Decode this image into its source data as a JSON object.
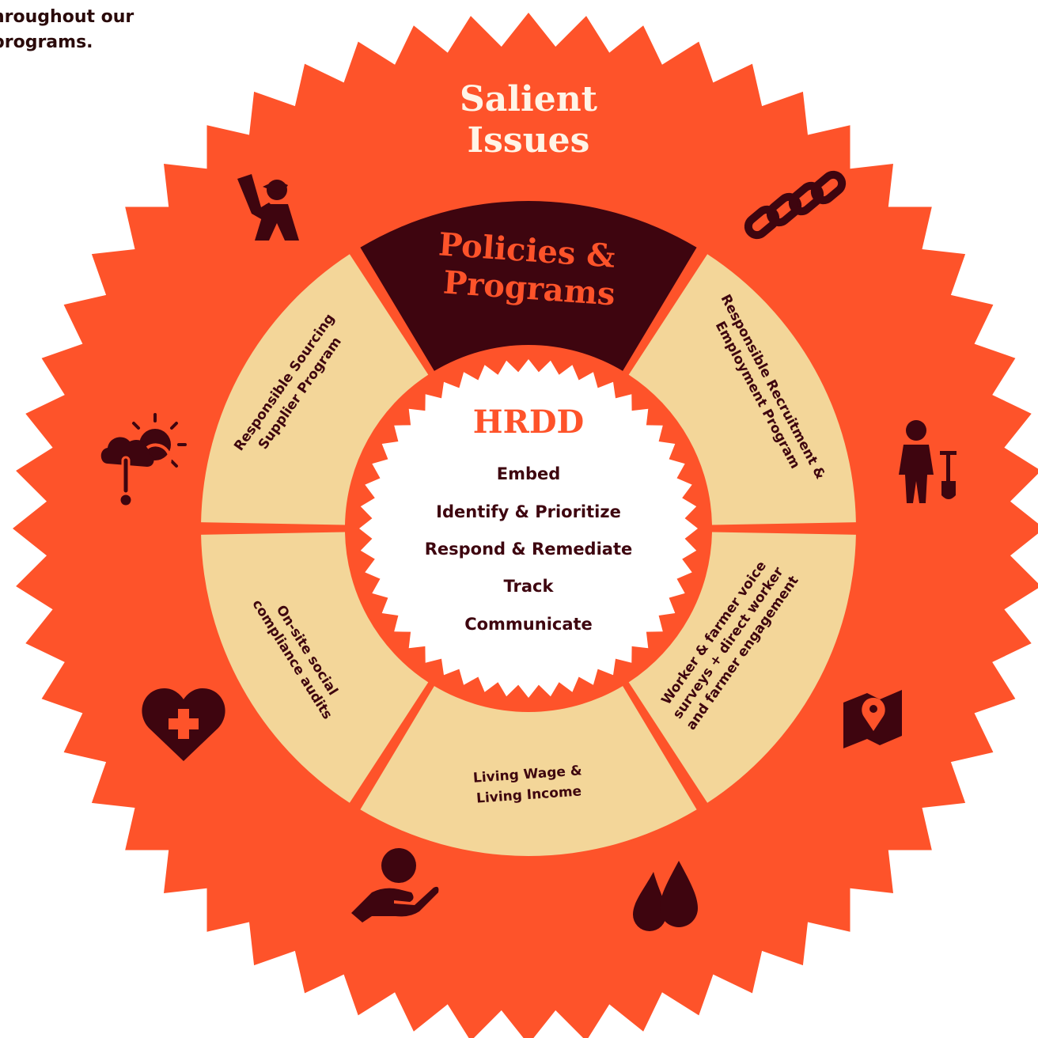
{
  "intro_text": [
    "hroughout our",
    "programs."
  ],
  "outer": {
    "title_lines": [
      "Salient",
      "Issues"
    ]
  },
  "ring": {
    "title_lines": [
      "Policies &",
      "Programs"
    ],
    "segments": [
      {
        "id": "recruitment",
        "lines": [
          "Responsible Recruitment &",
          "Employment Program"
        ]
      },
      {
        "id": "voice",
        "lines": [
          "Worker & farmer voice",
          "surveys + direct worker",
          "and farmer engagement"
        ]
      },
      {
        "id": "living-wage",
        "lines": [
          "Living Wage &",
          "Living Income"
        ]
      },
      {
        "id": "audits",
        "lines": [
          "On-site social",
          "compliance audits"
        ]
      },
      {
        "id": "sourcing",
        "lines": [
          "Responsible Sourcing",
          "Supplier Program"
        ]
      }
    ]
  },
  "center": {
    "title": "HRDD",
    "steps": [
      "Embed",
      "Identify & Prioritize",
      "Respond & Remediate",
      "Track",
      "Communicate"
    ]
  },
  "icons": [
    "raised-hand-person-icon",
    "chain-links-icon",
    "child-with-shovel-icon",
    "map-pin-icon",
    "water-drops-icon",
    "hand-holding-coin-icon",
    "heart-cross-icon",
    "weather-thermometer-icon"
  ],
  "colors": {
    "background": "#ffffff",
    "outer": "#fe532a",
    "ring_segment": "#f3d699",
    "ring_highlight": "#3e050f",
    "center": "#ffffff",
    "dark_text": "#3e050f",
    "light_title": "#fff4e6"
  }
}
